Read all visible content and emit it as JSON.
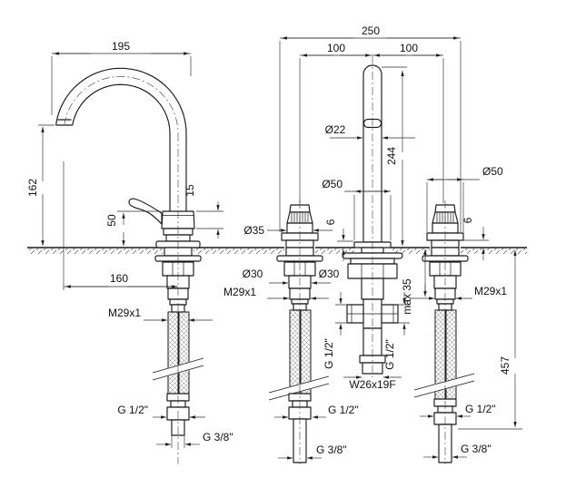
{
  "drawing": {
    "kind": "basin-mixer-technical-drawing",
    "line_color": "#1a1a1a",
    "background": "#ffffff"
  },
  "labels": {
    "spout_projection": "195",
    "spout_height": "162",
    "handle_height": "50",
    "cartridge_height": "15",
    "outlet_reach": "160",
    "faucet_thread": "M29x1",
    "faucet_hose_nut": "G 1/2\"",
    "faucet_hose_end": "G 3/8\"",
    "overall_width": "250",
    "spacing_left": "100",
    "spacing_right": "100",
    "column_diameter": "Ø22",
    "column_height": "244",
    "handle_top_diameter": "Ø35",
    "handle_shank_diameter": "Ø30",
    "spout_shank_diameter": "Ø30",
    "left_handle_thread": "M29x1",
    "right_handle_thread": "M29x1",
    "spout_base_diameter": "Ø50",
    "handle_base_diameter": "Ø50",
    "spout_base_height": "6",
    "handle_base_height": "6",
    "max_deck_thickness": "max 35",
    "spout_port_left": "G 1/2\"",
    "spout_port_right": "G 1/2\"",
    "spout_tail_thread": "W26x19F",
    "left_handle_hose_nut": "G 1/2\"",
    "left_handle_hose_end": "G 3/8\"",
    "right_handle_hose_nut": "G 1/2\"",
    "right_handle_hose_end": "G 3/8\"",
    "hose_length": "457"
  }
}
